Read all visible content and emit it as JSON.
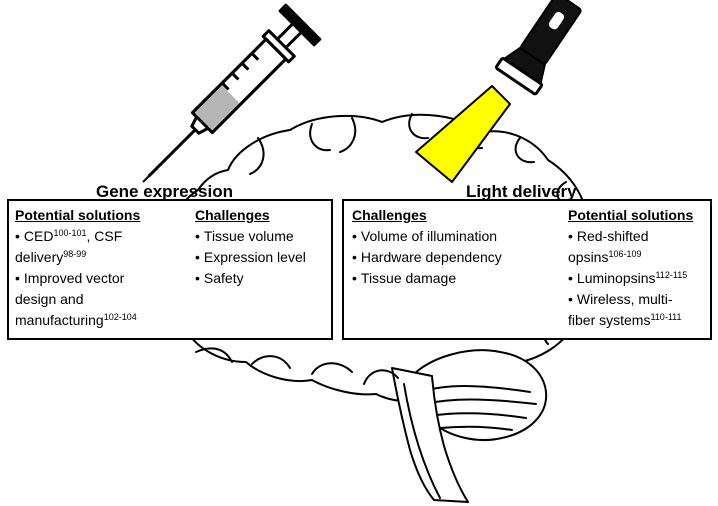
{
  "gene_expression": {
    "title": "Gene expression",
    "solutions": {
      "heading": "Potential solutions",
      "items": [
        {
          "lines": [
            {
              "text": "CED",
              "sup": "100-101",
              "tail": ", CSF"
            },
            {
              "text": "delivery",
              "sup": "98-99",
              "tail": ""
            }
          ]
        },
        {
          "lines": [
            {
              "text": "Improved vector",
              "sup": "",
              "tail": ""
            },
            {
              "text": "design and",
              "sup": "",
              "tail": ""
            },
            {
              "text": "manufacturing",
              "sup": "102-104",
              "tail": ""
            }
          ]
        }
      ]
    },
    "challenges": {
      "heading": "Challenges",
      "items": [
        "Tissue volume",
        "Expression level",
        "Safety"
      ]
    }
  },
  "light_delivery": {
    "title": "Light delivery",
    "challenges": {
      "heading": "Challenges",
      "items": [
        "Volume of illumination",
        "Hardware dependency",
        "Tissue damage"
      ]
    },
    "solutions": {
      "heading": "Potential solutions",
      "items": [
        {
          "lines": [
            {
              "text": "Red-shifted",
              "sup": "",
              "tail": ""
            },
            {
              "text": "opsins",
              "sup": "106-109",
              "tail": ""
            }
          ]
        },
        {
          "lines": [
            {
              "text": "Luminopsins",
              "sup": "112-115",
              "tail": ""
            }
          ]
        },
        {
          "lines": [
            {
              "text": "Wireless, multi-",
              "sup": "",
              "tail": ""
            },
            {
              "text": "fiber systems",
              "sup": "110-111",
              "tail": ""
            }
          ]
        }
      ]
    }
  },
  "illustration": {
    "syringe_fill_color": "#b5b5b5",
    "light_beam_color": "#ffff00",
    "icons": [
      "syringe-icon",
      "flashlight-icon",
      "light-beam-icon",
      "brain-illustration"
    ]
  }
}
